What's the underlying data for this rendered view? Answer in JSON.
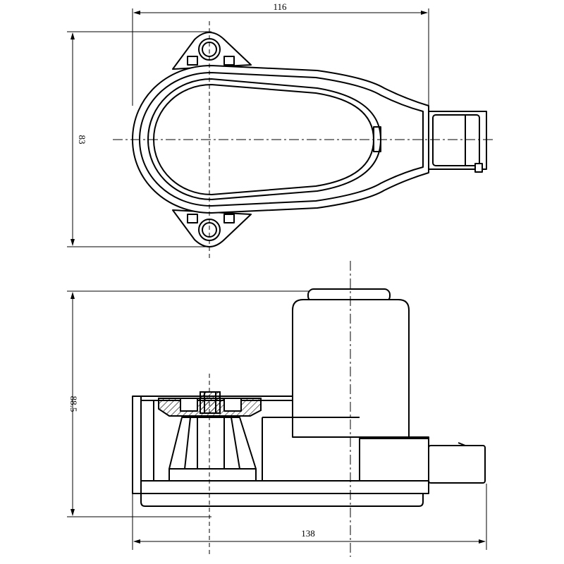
{
  "dimensions": {
    "top_width": "116",
    "top_height": "83",
    "side_height": "88.5",
    "side_width": "138"
  }
}
